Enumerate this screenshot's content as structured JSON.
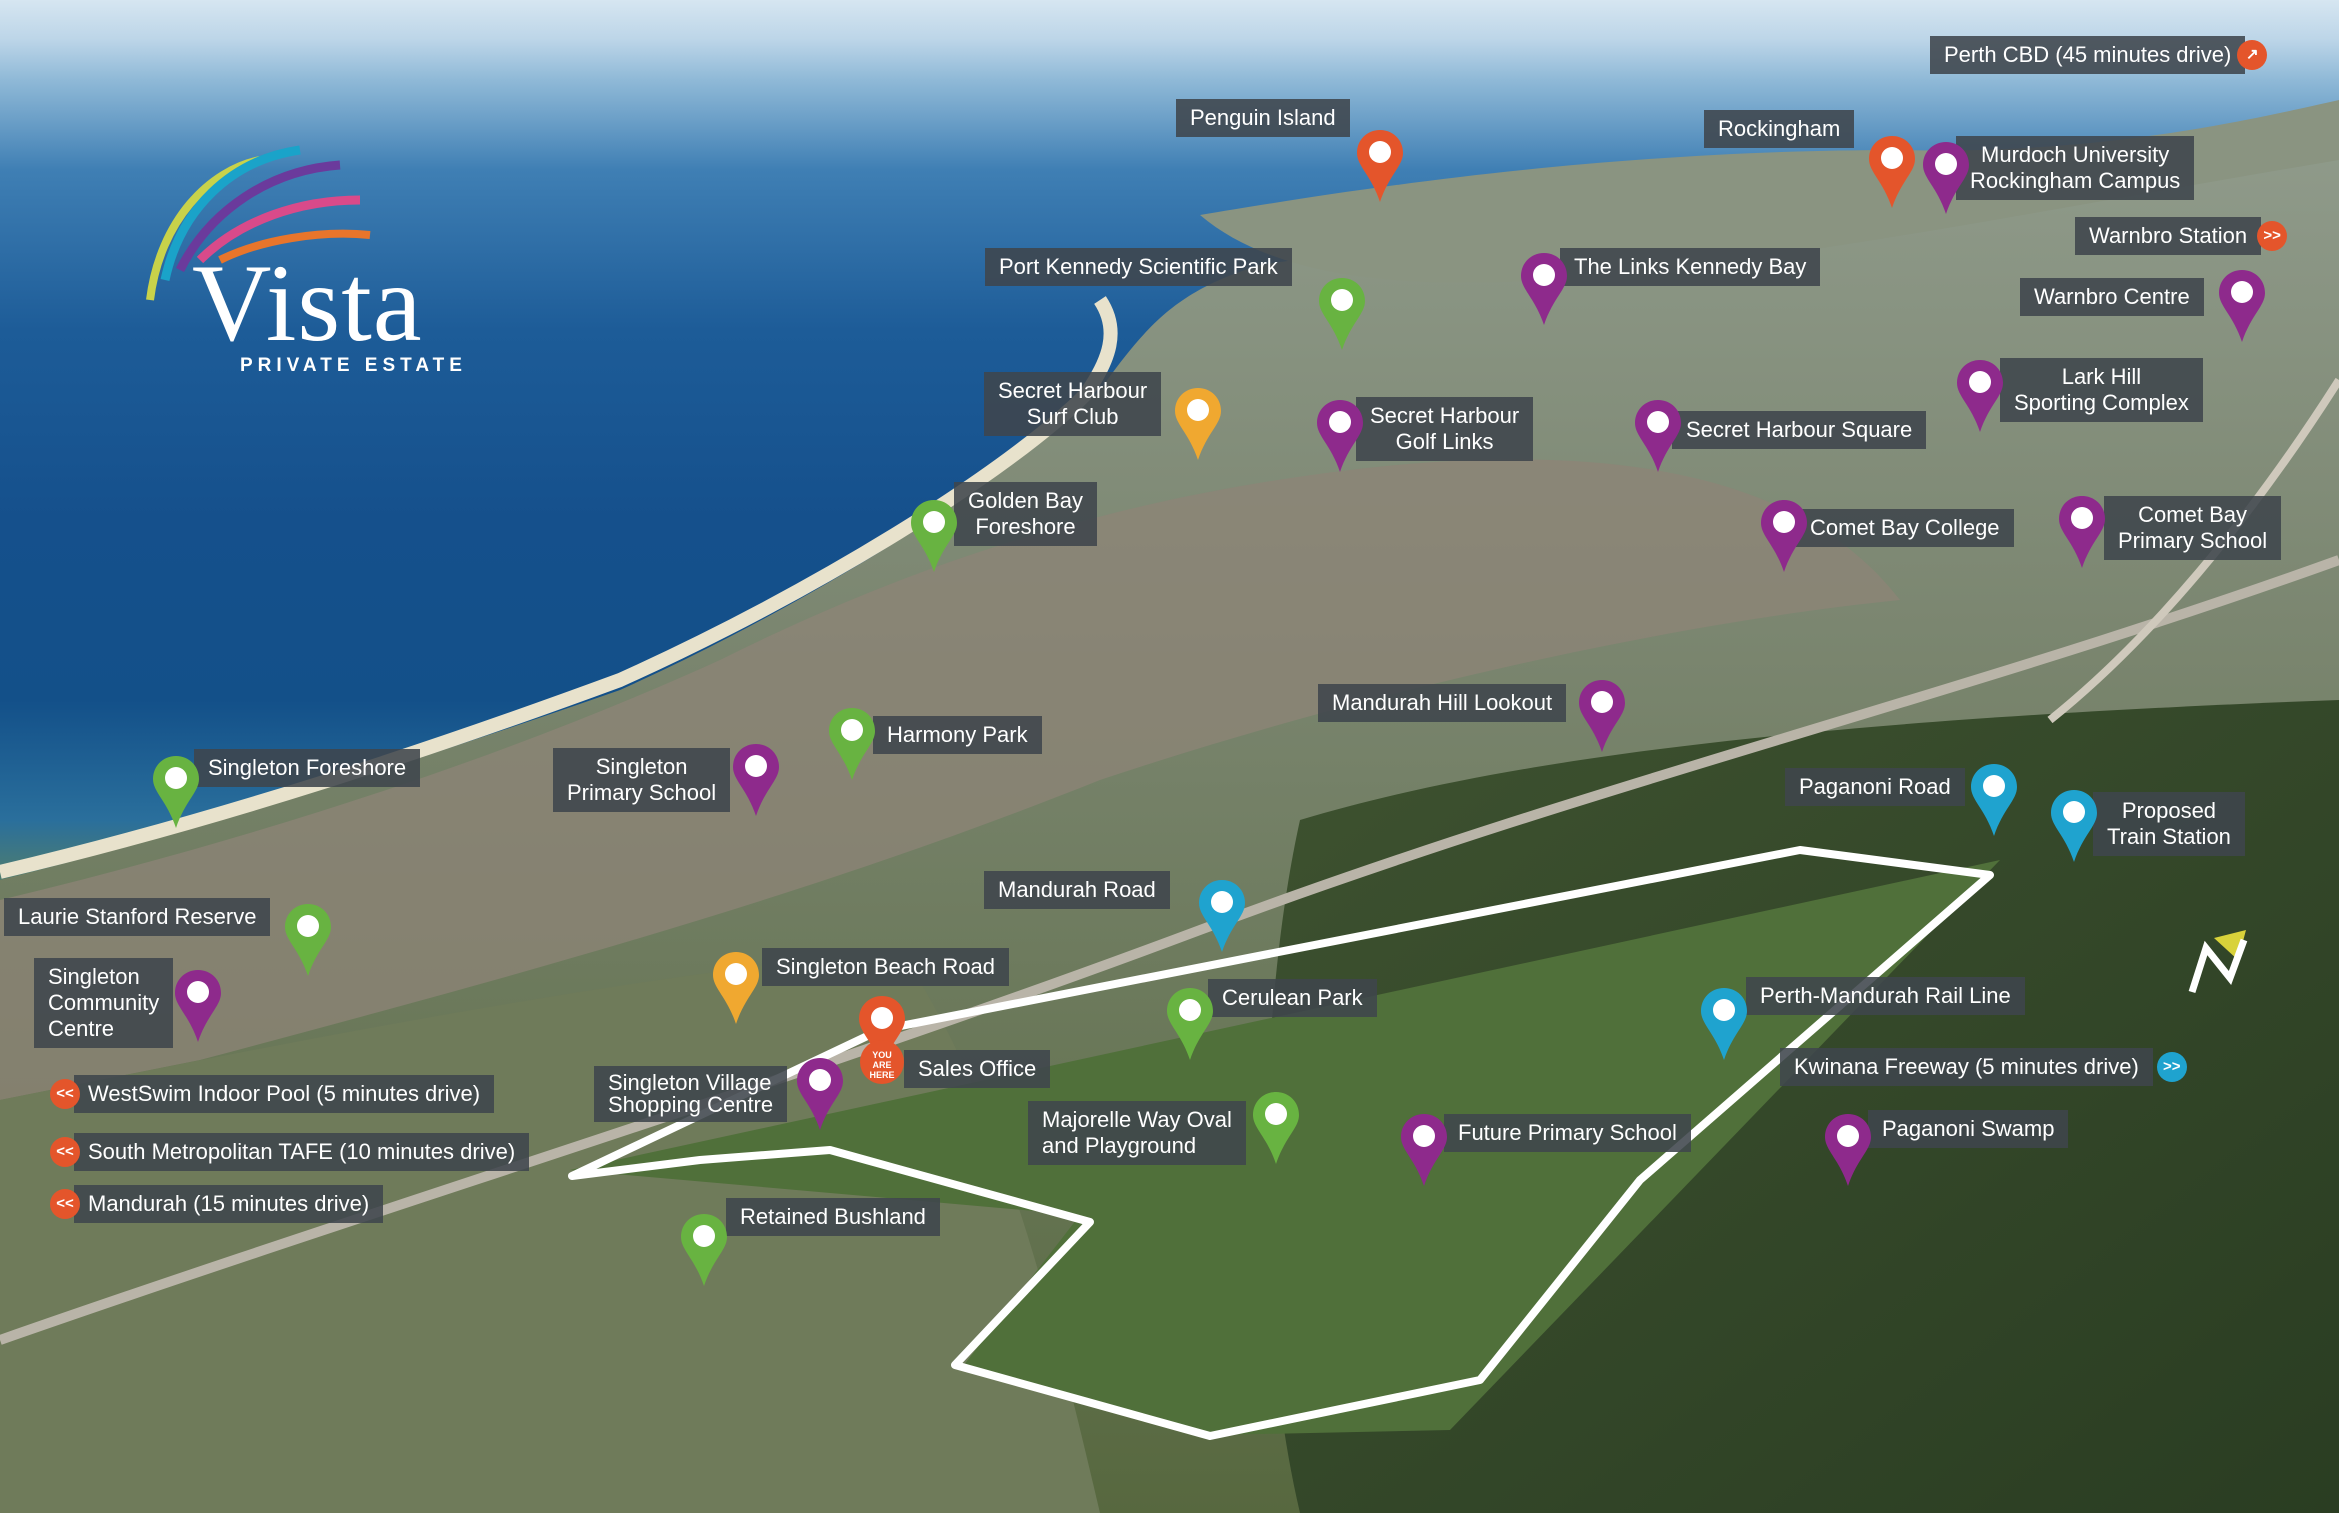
{
  "brand": {
    "name": "Vista",
    "tagline": "PRIVATE ESTATE"
  },
  "colors": {
    "purple": "#8e2a8c",
    "green": "#68b341",
    "orange": "#e4552b",
    "yellow": "#f0a830",
    "blue": "#1fa3cf",
    "label_bg": "#3f464c"
  },
  "labels": {
    "perth_cbd": "Perth CBD (45 minutes drive)",
    "penguin_island": "Penguin Island",
    "rockingham": "Rockingham",
    "murdoch": "Murdoch University\nRockingham Campus",
    "warnbro_station": "Warnbro Station",
    "port_kennedy": "Port Kennedy Scientific Park",
    "links_kennedy": "The Links Kennedy Bay",
    "warnbro_centre": "Warnbro Centre",
    "sh_surf_club": "Secret Harbour\nSurf Club",
    "sh_golf": "Secret Harbour\nGolf Links",
    "sh_square": "Secret Harbour Square",
    "lark_hill": "Lark Hill\nSporting Complex",
    "golden_bay": "Golden Bay\nForeshore",
    "comet_bay_college": "Comet Bay College",
    "comet_bay_primary": "Comet Bay\nPrimary School",
    "mandurah_hill": "Mandurah Hill Lookout",
    "harmony_park": "Harmony Park",
    "singleton_foreshore": "Singleton Foreshore",
    "singleton_primary": "Singleton\nPrimary School",
    "paganoni_road": "Paganoni Road",
    "proposed_train": "Proposed\nTrain Station",
    "mandurah_road": "Mandurah Road",
    "laurie_stanford": "Laurie Stanford Reserve",
    "singleton_community": "Singleton\nCommunity\nCentre",
    "singleton_beach_road": "Singleton Beach Road",
    "cerulean_park": "Cerulean Park",
    "perth_mandurah_rail": "Perth-Mandurah Rail Line",
    "sales_office": "Sales Office",
    "you_are_here": "YOU ARE HERE",
    "kwinana": "Kwinana Freeway (5 minutes drive)",
    "singleton_village": "Singleton Village\nShopping Centre",
    "majorelle": "Majorelle Way Oval\nand Playground",
    "future_primary": "Future Primary School",
    "paganoni_swamp": "Paganoni Swamp",
    "westswim": "WestSwim Indoor Pool (5 minutes drive)",
    "south_metro": "South Metropolitan TAFE (10 minutes drive)",
    "mandurah": "Mandurah (15 minutes drive)",
    "retained_bushland": "Retained Bushland"
  },
  "buttons": {
    "arrow_right": ">>",
    "arrow_left": "<<",
    "arrow_diag": "↗"
  },
  "compass": {
    "letter": "N"
  }
}
